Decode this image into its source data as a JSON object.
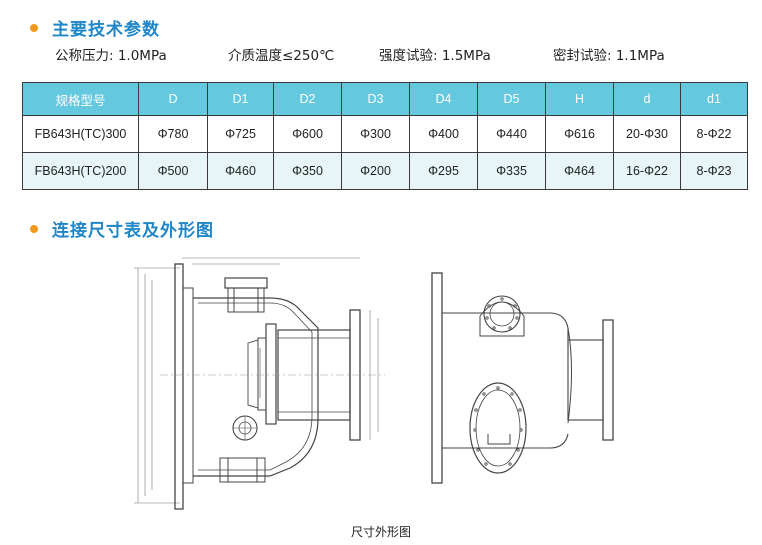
{
  "section1": {
    "title": "主要技术参数"
  },
  "params": [
    "公称压力: 1.0MPa",
    "介质温度≤250℃",
    "强度试验: 1.5MPa",
    "密封试验: 1.1MPa"
  ],
  "table": {
    "headers": [
      "规格型号",
      "D",
      "D1",
      "D2",
      "D3",
      "D4",
      "D5",
      "H",
      "d",
      "d1"
    ],
    "rows": [
      [
        "FB643H(TC)300",
        "Φ780",
        "Φ725",
        "Φ600",
        "Φ300",
        "Φ400",
        "Φ440",
        "Φ616",
        "20-Φ30",
        "8-Φ22"
      ],
      [
        "FB643H(TC)200",
        "Φ500",
        "Φ460",
        "Φ350",
        "Φ200",
        "Φ295",
        "Φ335",
        "Φ464",
        "16-Φ22",
        "8-Φ23"
      ]
    ]
  },
  "section2": {
    "title": "连接尺寸表及外形图"
  },
  "drawing": {
    "caption": "尺寸外形图"
  },
  "colors": {
    "accent_dot": "#f39a1e",
    "title_blue": "#1f86c7",
    "header_bg": "#64c8de",
    "row_alt_bg": "#e7f5f8"
  }
}
